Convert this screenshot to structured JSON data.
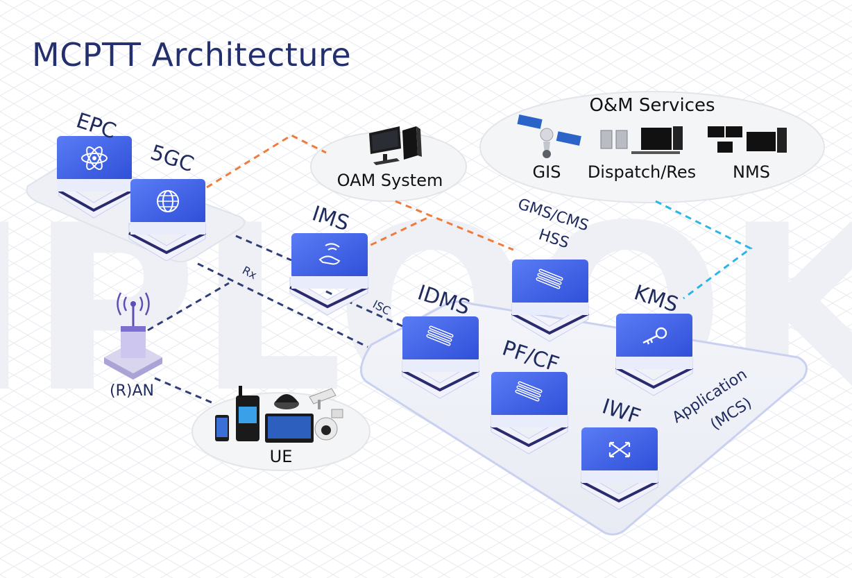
{
  "title": "MCPTT Architecture",
  "watermark": "IPLOOK",
  "colors": {
    "title": "#24306e",
    "node_blue": "#3b5be8",
    "oam_line": "#f07a3a",
    "interface_line": "#2f3d78",
    "oam_services_line": "#29b6e6"
  },
  "nodes": {
    "epc": {
      "label": "EPC",
      "icon": "atom-icon"
    },
    "fivegc": {
      "label": "5GC",
      "icon": "globe-icon"
    },
    "ims": {
      "label": "IMS",
      "icon": "signal-hand-icon"
    },
    "gms": {
      "label_line1": "GMS/CMS",
      "label_line2": "HSS",
      "icon": "cylinders-icon"
    },
    "idms": {
      "label": "IDMS",
      "icon": "cylinders-icon"
    },
    "pfcf": {
      "label": "PF/CF",
      "icon": "cylinders-icon"
    },
    "kms": {
      "label": "KMS",
      "icon": "key-icon"
    },
    "iwf": {
      "label": "IWF",
      "icon": "arrows-cross-icon"
    }
  },
  "ran": {
    "label": "(R)AN",
    "icon": "antenna-icon"
  },
  "ue": {
    "label": "UE"
  },
  "oam_system": {
    "label": "OAM System",
    "icon": "desktop-computer-icon"
  },
  "om_services": {
    "title": "O&M Services",
    "items": [
      {
        "label": "GIS",
        "icon": "satellite-icon"
      },
      {
        "label": "Dispatch/Res",
        "icon": "dispatch-console-icon"
      },
      {
        "label": "NMS",
        "icon": "monitors-icon"
      }
    ]
  },
  "application_platform": {
    "label_line1": "Application",
    "label_line2": "(MCS)"
  },
  "interfaces": {
    "rx": "Rx",
    "isc": "ISC"
  }
}
